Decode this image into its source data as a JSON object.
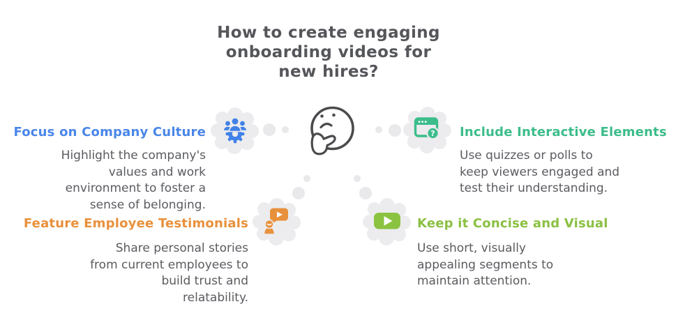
{
  "title": {
    "lines": [
      "How to create engaging",
      "onboarding videos for",
      "new hires?"
    ],
    "text": "How to create engaging onboarding videos for new hires?"
  },
  "center": {
    "icon": "thinking-face"
  },
  "colors": {
    "heading_blue": "#4a86e8",
    "heading_emerald": "#3cbd8b",
    "heading_orange": "#e8913c",
    "heading_lime": "#8bc043",
    "title_gray": "#55565a",
    "body_gray": "#5a5b5f",
    "cloud_gray": "#ececee",
    "face_outline": "#4b4b4e",
    "icon_blue": "#4181e8",
    "icon_emerald": "#3cbd8b",
    "icon_orange": "#e8913c",
    "icon_lime": "#8bc341"
  },
  "sections": {
    "culture": {
      "heading": "Focus on Company Culture",
      "icon": "team-gear-icon",
      "lines": [
        "Highlight the company's",
        "values and work",
        "environment to foster a",
        "sense of belonging."
      ]
    },
    "interactive": {
      "heading": "Include Interactive Elements",
      "icon": "quiz-window-icon",
      "lines": [
        "Use quizzes or polls to",
        "keep viewers engaged and",
        "test their understanding."
      ]
    },
    "testimonials": {
      "heading": "Feature Employee Testimonials",
      "icon": "testimonial-speech-icon",
      "lines": [
        "Share personal stories",
        "from current employees to",
        "build trust and",
        "relatability."
      ]
    },
    "concise": {
      "heading": "Keep it Concise and Visual",
      "icon": "play-button-icon",
      "lines": [
        "Use short, visually",
        "appealing segments to",
        "maintain attention."
      ]
    }
  }
}
